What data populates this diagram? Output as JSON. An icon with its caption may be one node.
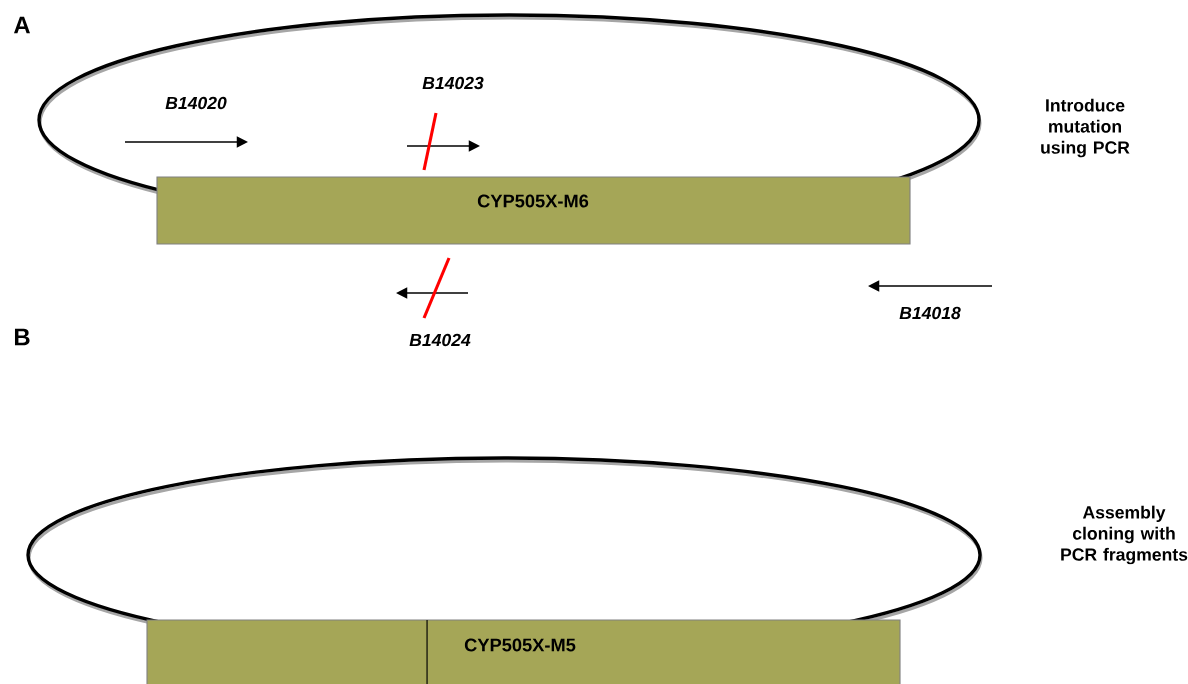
{
  "diagram": {
    "nodes": [
      {
        "text": [
          "CYP505X-M6"
        ]
      },
      {
        "text": [
          "CYP505X-M5"
        ]
      }
    ],
    "labels": [
      "A",
      "B14020",
      "B14023",
      "Introduce mutation using PCR",
      "B14024",
      "B14018",
      "B",
      "Assembly cloning with PCR fragments"
    ]
  }
}
